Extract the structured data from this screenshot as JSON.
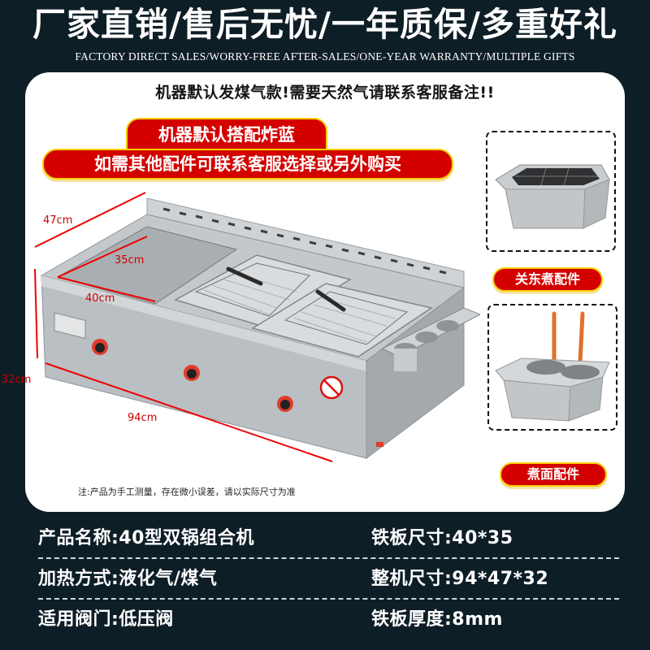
{
  "header": {
    "title_cn": "厂家直销/售后无忧/一年质保/多重好礼",
    "title_en": "FACTORY DIRECT SALES/WORRY-FREE AFTER-SALES/ONE-YEAR WARRANTY/MULTIPLE GIFTS"
  },
  "panel": {
    "notice": "机器默认发煤气款!需要天然气请联系客服备注!!",
    "badge_top": "机器默认搭配炸蓝",
    "badge_bottom": "如需其他配件可联系客服选择或另外购买",
    "dimensions": {
      "depth": "47cm",
      "plate_depth": "35cm",
      "plate_width": "40cm",
      "height": "32cm",
      "width": "94cm"
    },
    "footnote": "注:产品为手工测量，存在微小误差，请以实际尺寸为准",
    "accessories": [
      {
        "label": "关东煮配件",
        "icon": "oden-pan-icon"
      },
      {
        "label": "煮面配件",
        "icon": "noodle-pot-icon"
      }
    ]
  },
  "specs": [
    {
      "left": "产品名称:40型双锅组合机",
      "right": "铁板尺寸:40*35"
    },
    {
      "left": "加热方式:液化气/煤气",
      "right": "整机尺寸:94*47*32"
    },
    {
      "left": "适用阀门:低压阀",
      "right": "铁板厚度:8mm"
    }
  ],
  "colors": {
    "background": "#0e1e26",
    "badge_red": "#d40000",
    "badge_border": "#f7d100",
    "dimension_red": "#cc0000"
  }
}
